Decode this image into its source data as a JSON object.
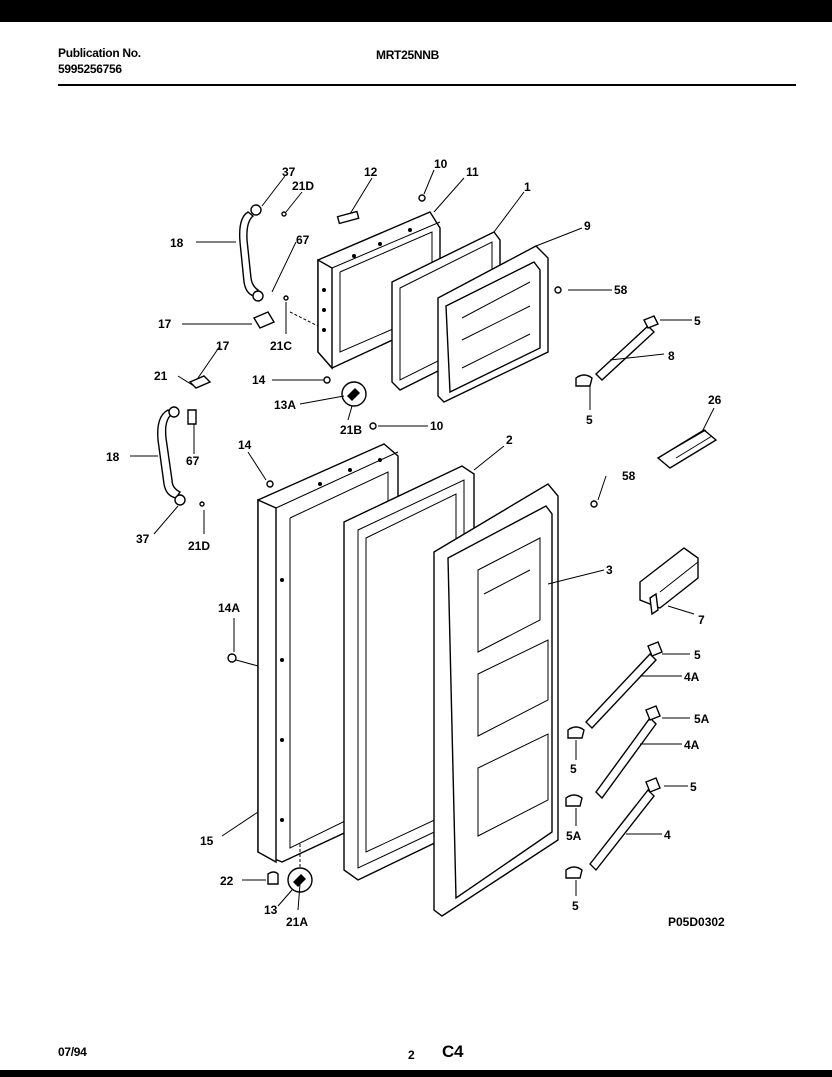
{
  "header": {
    "publication_label": "Publication No.",
    "publication_number": "5995256756",
    "model": "MRT25NNB"
  },
  "diagram": {
    "code": "P05D0302",
    "callouts": {
      "c37a": "37",
      "c21Da": "21D",
      "c12": "12",
      "c10a": "10",
      "c11": "11",
      "c1": "1",
      "c9": "9",
      "c18a": "18",
      "c67a": "67",
      "c58a": "58",
      "c17a": "17",
      "c21C": "21C",
      "c5a": "5",
      "c8": "8",
      "c17b": "17",
      "c21": "21",
      "c14a": "14",
      "c13A": "13A",
      "c21B": "21B",
      "c10b": "10",
      "c5b": "5",
      "c26": "26",
      "c18b": "18",
      "c67b": "67",
      "c14b": "14",
      "c2": "2",
      "c58b": "58",
      "c37b": "37",
      "c21Db": "21D",
      "c3": "3",
      "c7": "7",
      "c14A": "14A",
      "c5c": "5",
      "c4Aa": "4A",
      "c5Aa": "5A",
      "c4Ab": "4A",
      "c5d": "5",
      "c5e": "5",
      "c5Ab": "5A",
      "c4": "4",
      "c15": "15",
      "c22": "22",
      "c13": "13",
      "c21A": "21A",
      "c5f": "5"
    }
  },
  "footer": {
    "date": "07/94",
    "page": "2",
    "section": "C4"
  }
}
